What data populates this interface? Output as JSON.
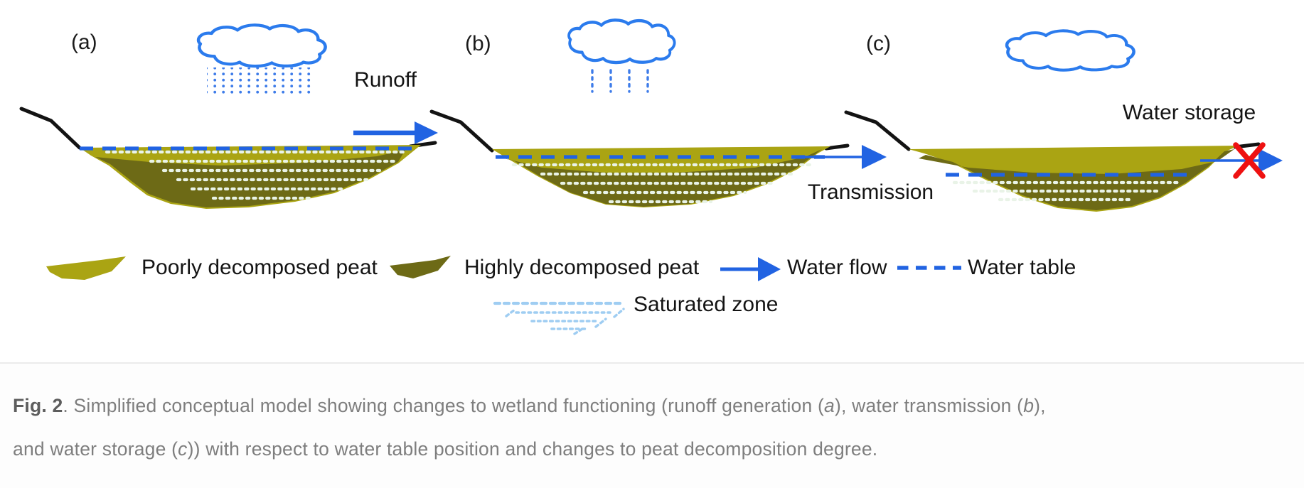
{
  "figure": {
    "panels": [
      {
        "id": "a",
        "label": "(a)",
        "annotation": "Runoff"
      },
      {
        "id": "b",
        "label": "(b)",
        "annotation": "Transmission"
      },
      {
        "id": "c",
        "label": "(c)",
        "annotation": "Water storage"
      }
    ],
    "legend": {
      "poorly_decomposed_peat": "Poorly decomposed peat",
      "highly_decomposed_peat": "Highly decomposed peat",
      "water_flow": "Water flow",
      "water_table": "Water table",
      "saturated_zone": "Saturated zone"
    },
    "colors": {
      "poorly_peat": "#aaa413",
      "highly_peat": "#6d6a16",
      "water_blue": "#2163e2",
      "cloud_blue": "#2b7bed",
      "rain_blue": "#3e7ce9",
      "saturated_blue": "#9fcdf2",
      "peat_dots": "#e9f3e7",
      "blocked_x_red": "#ee1111",
      "outline_black": "#131313"
    }
  },
  "caption": {
    "fig_label": "Fig. 2",
    "seg1": ". Simplified conceptual model showing changes to wetland functioning (runoff generation (",
    "italic_a": "a",
    "seg2": "), water transmission (",
    "italic_b": "b",
    "seg3": "),",
    "line2_seg1": "and water storage (",
    "italic_c": "c",
    "line2_seg2": ")) with respect to water table position and changes to peat decomposition degree."
  }
}
